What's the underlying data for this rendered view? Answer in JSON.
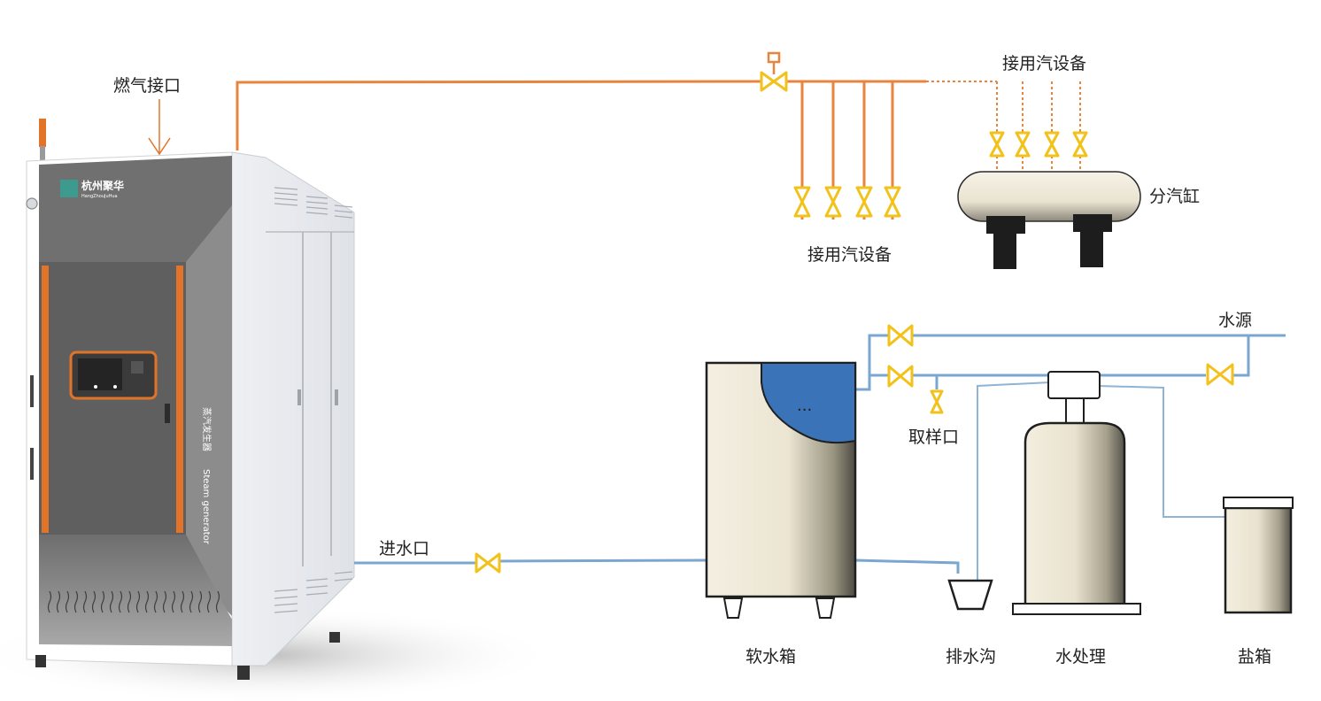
{
  "labels": {
    "gas_inlet": "燃气接口",
    "steam_equipment_top": "接用汽设备",
    "steam_equipment_bottom": "接用汽设备",
    "steam_header": "分汽缸",
    "water_source": "水源",
    "sample_port": "取样口",
    "water_inlet": "进水口",
    "soft_water_tank": "软水箱",
    "drain": "排水沟",
    "water_treatment": "水处理",
    "salt_tank": "盐箱"
  },
  "generator": {
    "brand": "杭州聚华",
    "brand_sub": "HangZhouJuHua",
    "side_cn": "蒸汽发生器",
    "side_en": "Steam generator"
  },
  "tank_marking": "...",
  "colors": {
    "steam_pipe": "#e8843c",
    "water_pipe": "#7aa6cf",
    "valve": "#f2c21a",
    "tank_blue": "#3a73b8",
    "accent_orange": "#e2742a"
  }
}
